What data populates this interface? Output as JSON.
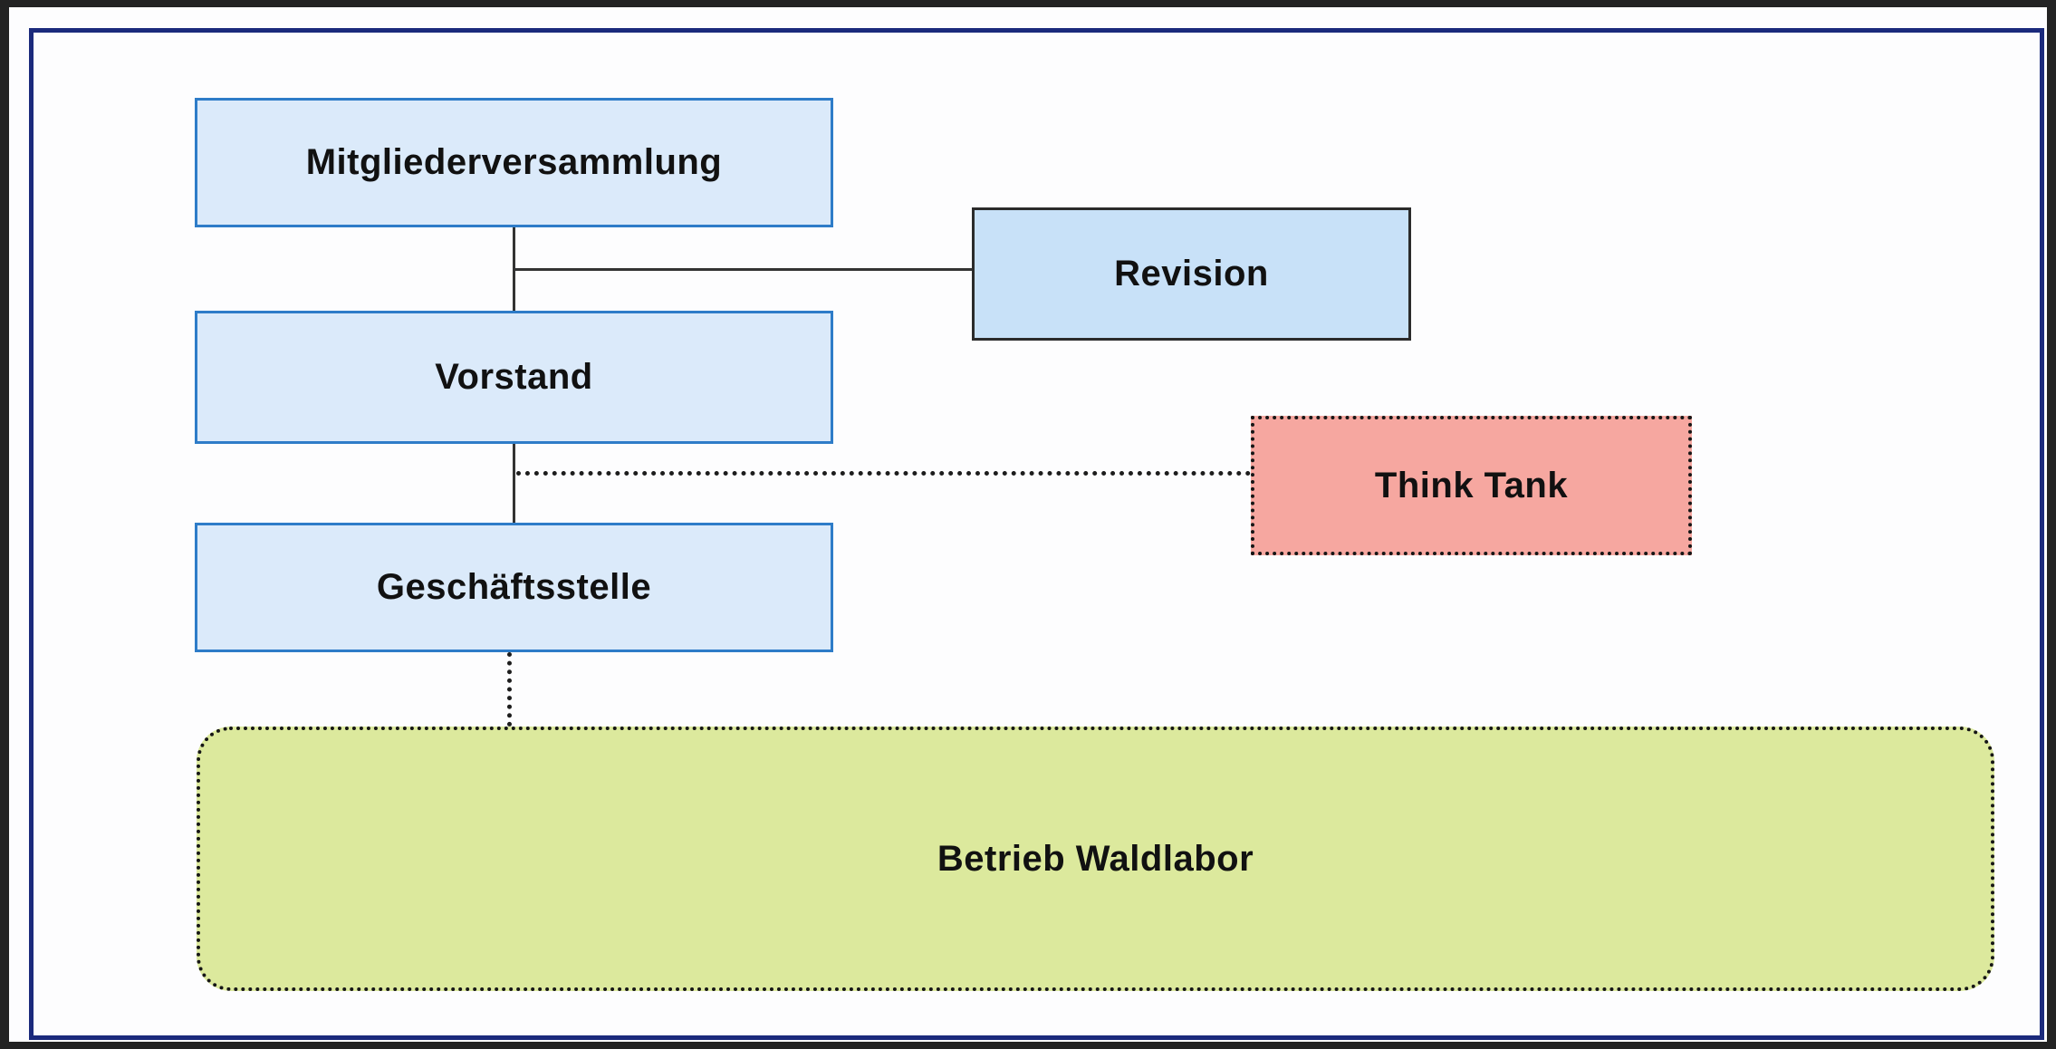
{
  "diagram": {
    "nodes": [
      {
        "id": "mitgliederversammlung",
        "label": "Mitgliederversammlung",
        "fill": "#dbeafa",
        "border_color": "#2e7cc8",
        "border_style": "solid",
        "shape": "rectangle"
      },
      {
        "id": "revision",
        "label": "Revision",
        "fill": "#c8e1f8",
        "border_color": "#2b2b2b",
        "border_style": "solid",
        "shape": "rectangle"
      },
      {
        "id": "vorstand",
        "label": "Vorstand",
        "fill": "#dbeafa",
        "border_color": "#2e7cc8",
        "border_style": "solid",
        "shape": "rectangle"
      },
      {
        "id": "think-tank",
        "label": "Think Tank",
        "fill": "#f6a7a0",
        "border_color": "#161616",
        "border_style": "dotted",
        "shape": "rectangle"
      },
      {
        "id": "geschaeftsstelle",
        "label": "Geschäftsstelle",
        "fill": "#dbeafa",
        "border_color": "#2e7cc8",
        "border_style": "solid",
        "shape": "rectangle"
      },
      {
        "id": "betrieb-waldlabor",
        "label": "Betrieb Waldlabor",
        "fill": "#dce99d",
        "border_color": "#161616",
        "border_style": "dotted",
        "shape": "rounded-rectangle"
      }
    ],
    "connectors": [
      {
        "from": "mitgliederversammlung",
        "to": "vorstand",
        "style": "solid",
        "orientation": "vertical"
      },
      {
        "from": "mitgliederversammlung-vorstand-line",
        "to": "revision",
        "style": "solid",
        "orientation": "horizontal"
      },
      {
        "from": "vorstand",
        "to": "geschaeftsstelle",
        "style": "solid",
        "orientation": "vertical"
      },
      {
        "from": "vorstand-geschaeftsstelle-line",
        "to": "think-tank",
        "style": "dotted",
        "orientation": "horizontal"
      },
      {
        "from": "geschaeftsstelle",
        "to": "betrieb-waldlabor",
        "style": "dotted",
        "orientation": "vertical"
      }
    ],
    "frame": {
      "outer_background": "#232323",
      "page_background": "#fdfdfe",
      "border_color": "#1b2a7c",
      "text_color": "#111111"
    }
  }
}
